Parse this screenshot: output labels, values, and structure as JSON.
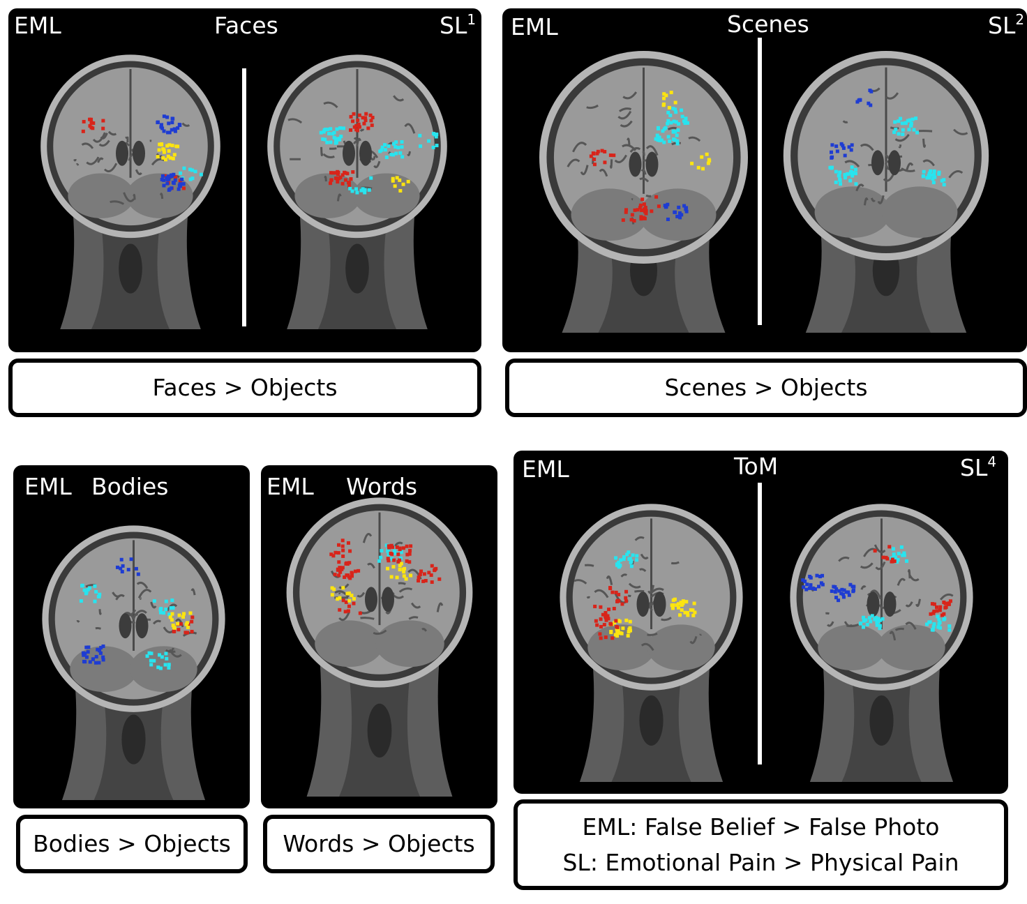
{
  "panels": {
    "faces": {
      "left": "EML",
      "title": "Faces",
      "right_main": "SL",
      "right_sup": "1",
      "caption": "Faces > Objects"
    },
    "scenes": {
      "left": "EML",
      "title": "Scenes",
      "right_main": "SL",
      "right_sup": "2",
      "caption": "Scenes > Objects"
    },
    "bodies": {
      "left": "EML",
      "title": "Bodies",
      "caption": "Bodies > Objects"
    },
    "words": {
      "left": "EML",
      "title": "Words",
      "caption": "Words > Objects"
    },
    "tom": {
      "left": "EML",
      "title": "ToM",
      "right_main": "SL",
      "right_sup": "4",
      "caption_line1": "EML: False Belief > False Photo",
      "caption_line2": "SL: Emotional Pain > Physical Pain"
    }
  },
  "colors": {
    "panel_bg": "#000000",
    "activation_cyan": "#28e4ef",
    "activation_blue": "#1e3cd2",
    "activation_yellow": "#fce410",
    "activation_red": "#d8241a",
    "brain_gray": "#9a9a9a"
  }
}
